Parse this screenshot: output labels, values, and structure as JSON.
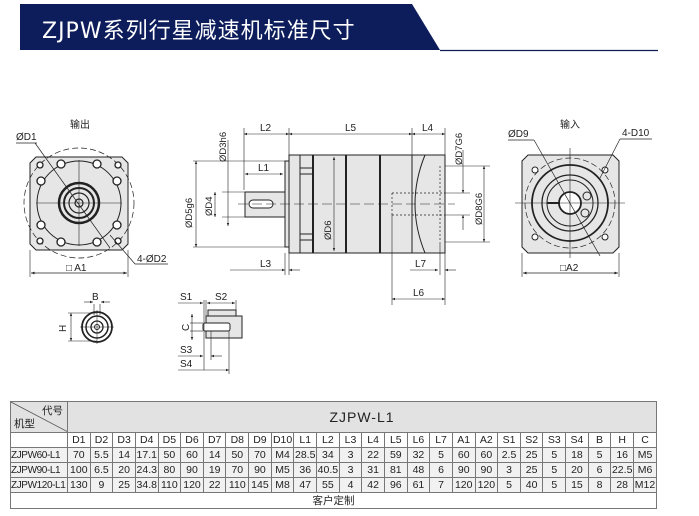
{
  "header": {
    "title": "ZJPW系列行星减速机标准尺寸",
    "banner_color": "#0d1d5c"
  },
  "drawing": {
    "output_view": {
      "caption": "输出",
      "d1": "ØD1",
      "d2": "4-ØD2",
      "a1": "□ A1"
    },
    "side_view": {
      "l1": "L1",
      "l2": "L2",
      "l3": "L3",
      "l4": "L4",
      "l5": "L5",
      "l6": "L6",
      "l7": "L7",
      "d3": "ØD3h6",
      "d4": "ØD4",
      "d5": "ØD5g6",
      "d6": "ØD6",
      "d7": "ØD7G6",
      "d8": "ØD8G6"
    },
    "input_view": {
      "caption": "输入",
      "d9": "ØD9",
      "d10": "4-D10",
      "a2": "□A2"
    },
    "shaft_end": {
      "b": "B",
      "h": "H"
    },
    "key_view": {
      "s1": "S1",
      "s2": "S2",
      "s3": "S3",
      "s4": "S4",
      "c": "C"
    }
  },
  "table": {
    "corner_top": "代号",
    "corner_bottom": "机型",
    "model": "ZJPW-L1",
    "columns": [
      "D1",
      "D2",
      "D3",
      "D4",
      "D5",
      "D6",
      "D7",
      "D8",
      "D9",
      "D10",
      "L1",
      "L2",
      "L3",
      "L4",
      "L5",
      "L6",
      "L7",
      "A1",
      "A2",
      "S1",
      "S2",
      "S3",
      "S4",
      "B",
      "H",
      "C"
    ],
    "rows": [
      {
        "name": "ZJPW60-L1",
        "values": [
          "70",
          "5.5",
          "14",
          "17.1",
          "50",
          "60",
          "14",
          "50",
          "70",
          "M4",
          "28.5",
          "34",
          "3",
          "22",
          "59",
          "32",
          "5",
          "60",
          "60",
          "2.5",
          "25",
          "5",
          "18",
          "5",
          "16",
          "M5"
        ]
      },
      {
        "name": "ZJPW90-L1",
        "values": [
          "100",
          "6.5",
          "20",
          "24.3",
          "80",
          "90",
          "19",
          "70",
          "90",
          "M5",
          "36",
          "40.5",
          "3",
          "31",
          "81",
          "48",
          "6",
          "90",
          "90",
          "3",
          "25",
          "5",
          "20",
          "6",
          "22.5",
          "M6"
        ]
      },
      {
        "name": "ZJPW120-L1",
        "values": [
          "130",
          "9",
          "25",
          "34.8",
          "110",
          "120",
          "22",
          "110",
          "145",
          "M8",
          "47",
          "55",
          "4",
          "42",
          "96",
          "61",
          "7",
          "120",
          "120",
          "5",
          "40",
          "5",
          "15",
          "8",
          "28",
          "M12"
        ]
      }
    ],
    "note": "客户定制"
  }
}
